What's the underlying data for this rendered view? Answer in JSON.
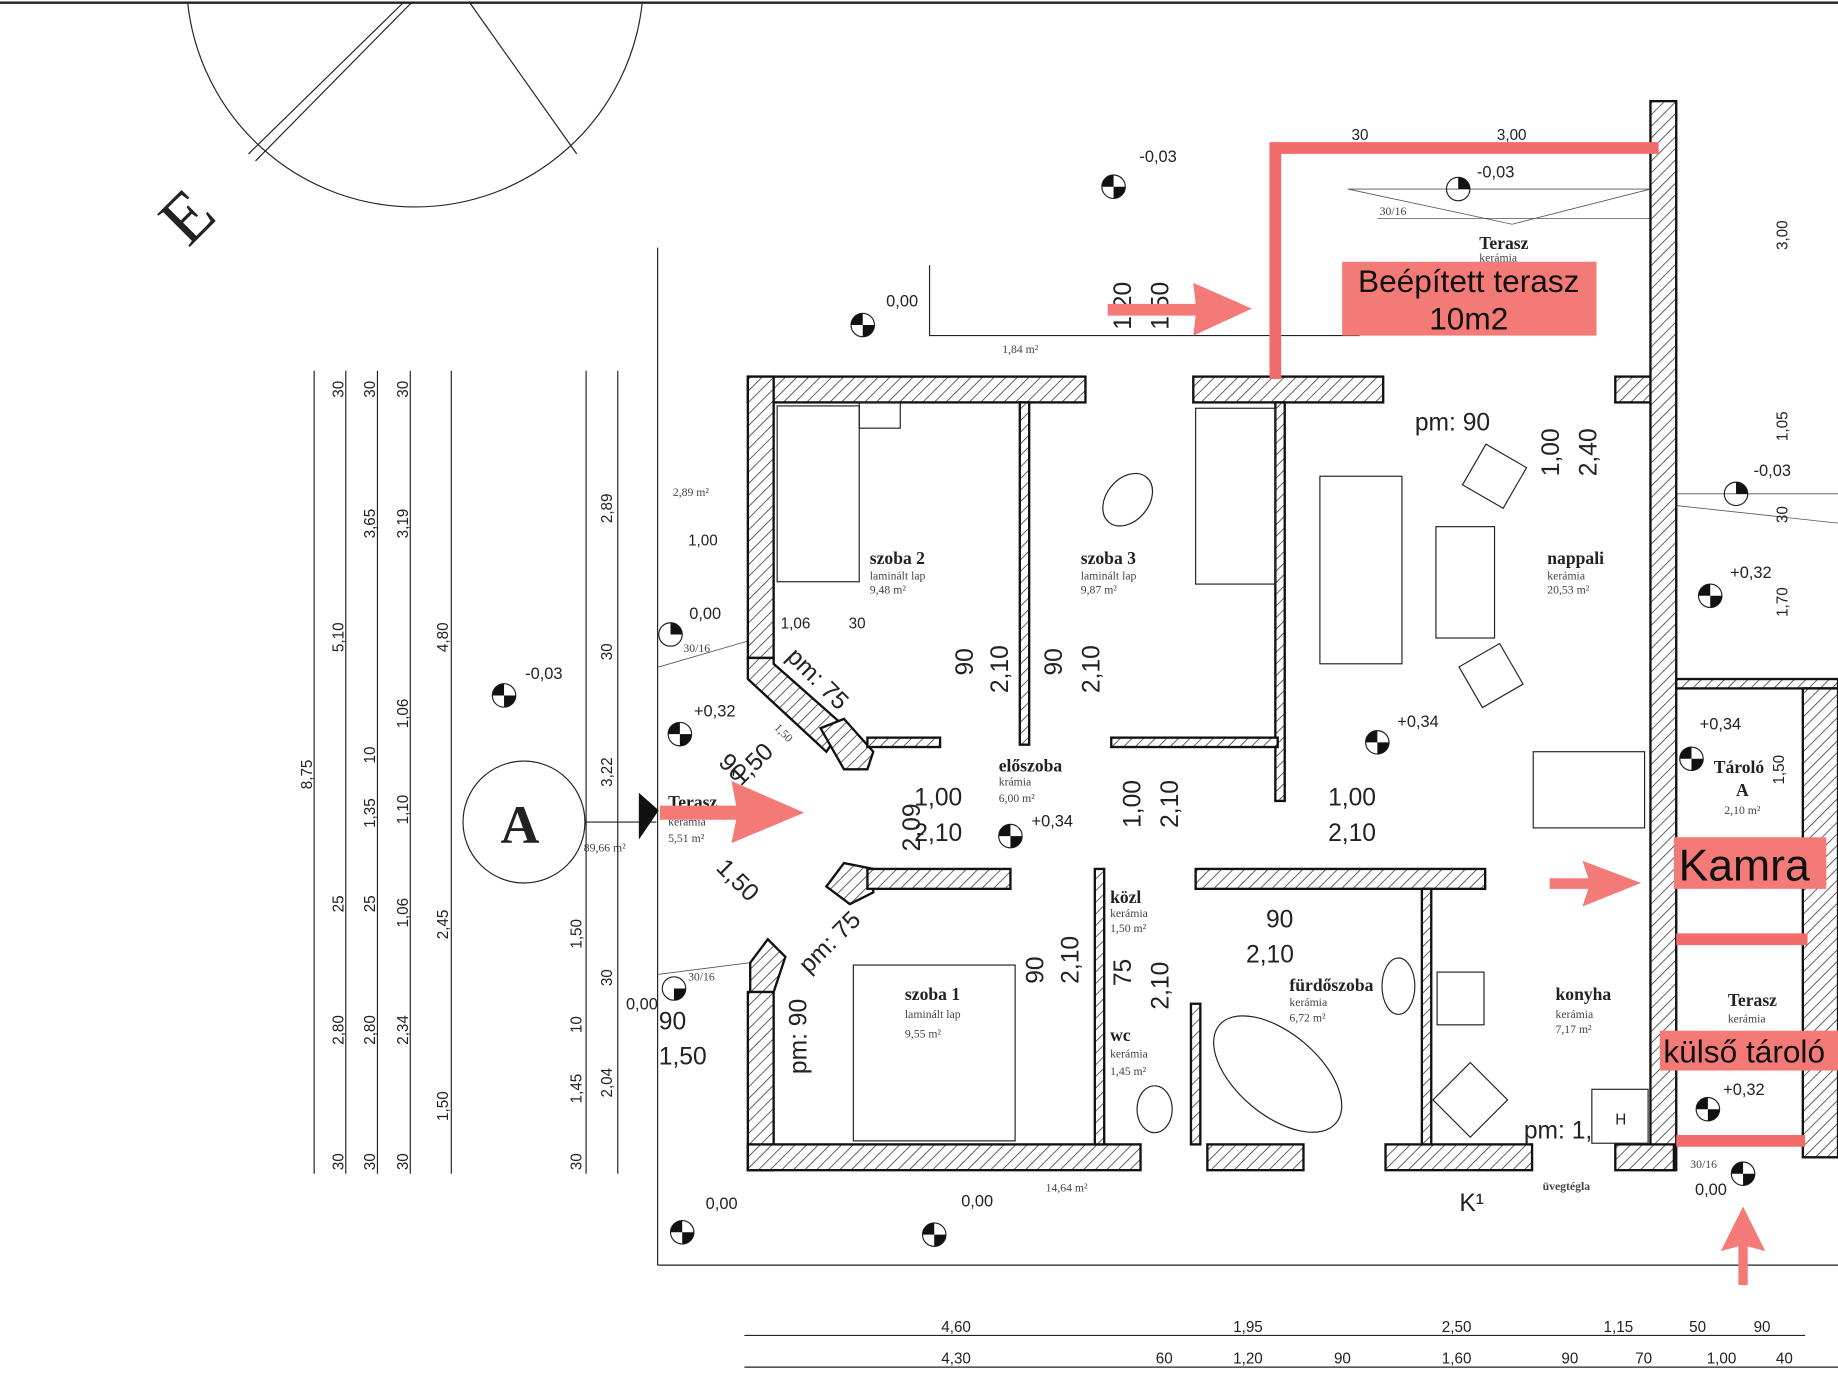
{
  "colors": {
    "annotation": "#f26b6b",
    "wall_line": "#111111"
  },
  "section_marker": "A",
  "total_area": "89,66 m²",
  "annotations": {
    "built_terrace_line1": "Beépített terasz",
    "built_terrace_line2": "10m2",
    "pantry": "Kamra",
    "outdoor_storage": "külső tároló"
  },
  "rooms": {
    "szoba2": {
      "name": "szoba 2",
      "floor": "laminált lap",
      "area": "9,48 m²"
    },
    "szoba3": {
      "name": "szoba 3",
      "floor": "laminált lap",
      "area": "9,87 m²"
    },
    "nappali": {
      "name": "nappali",
      "floor": "kerámia",
      "area": "20,53 m²"
    },
    "eloszoba": {
      "name": "előszoba",
      "floor": "krámia",
      "area": "6,00 m²"
    },
    "terasz_front": {
      "name": "Terasz",
      "floor": "kerámia",
      "area": "5,51 m²"
    },
    "terasz_top": {
      "name": "Terasz",
      "floor": "kerámia"
    },
    "terasz_right": {
      "name": "Terasz",
      "floor": "kerámia"
    },
    "tarolo": {
      "name": "Tároló",
      "sub": "A",
      "area": "2,10 m²"
    },
    "kozl": {
      "name": "közl",
      "floor": "kerámia",
      "area": "1,50 m²"
    },
    "wc": {
      "name": "wc",
      "floor": "kerámia",
      "area": "1,45 m²"
    },
    "furdoszoba": {
      "name": "fürdőszoba",
      "floor": "kerámia",
      "area": "6,72 m²"
    },
    "konyha": {
      "name": "konyha",
      "floor": "kerámia",
      "area": "7,17 m²"
    },
    "szoba1": {
      "name": "szoba 1",
      "floor": "laminált lap",
      "area": "9,55 m²"
    }
  },
  "areas_outside": {
    "a1": "1,84 m²",
    "a2": "2,89 m²",
    "a3": "14,64 m²"
  },
  "levels": [
    "-0,03",
    "-0,03",
    "0,00",
    "0,00",
    "-0,03",
    "+0,32",
    "+0,34",
    "+0,34",
    "+0,32",
    "+0,34",
    "-0,03",
    "0,00",
    "0,00",
    "+0,32",
    "0,00",
    "0,00"
  ],
  "labels": {
    "pm90": "pm: 90",
    "pm75a": "pm: 75",
    "pm75b": "pm: 75",
    "pm90b": "pm: 90",
    "pm1": "pm: 1,",
    "k1": "K¹",
    "uvegtegla": "üvegtégla",
    "stair": "30/16",
    "H": "H"
  },
  "dims_bottom_row1": [
    "4,60",
    "1,95",
    "2,50",
    "1,15",
    "50",
    "90"
  ],
  "dims_bottom_row2": [
    "4,30",
    "60",
    "1,20",
    "90",
    "1,60",
    "90",
    "70",
    "1,00",
    "40"
  ],
  "dims_left": {
    "c1": [
      "30",
      "5,10",
      "25",
      "2,80",
      "30"
    ],
    "c2": [
      "30",
      "3,65",
      "10",
      "1,35",
      "25",
      "2,80",
      "30"
    ],
    "c3": [
      "30",
      "3,19",
      "1,06",
      "1,10",
      "1,06",
      "2,34",
      "30"
    ],
    "c4": [
      "4,80",
      "2,45",
      "1,50"
    ],
    "total": "8,75",
    "c5": [
      "2,89",
      "30",
      "3,22",
      "1,50",
      "30",
      "10",
      "1,45",
      "30"
    ],
    "c6": [
      "2,04"
    ]
  },
  "dims_interior": [
    "1,00",
    "1,06",
    "30",
    "90",
    "2,10",
    "90",
    "2,10",
    "1,00",
    "2,10",
    "1,00",
    "2,10",
    "1,00",
    "2,10",
    "90",
    "2,10",
    "90",
    "2,10",
    "75",
    "2,10",
    "1,50",
    "90",
    "1,50",
    "1,50",
    "1,50",
    "1,20",
    "1,50",
    "30",
    "3,00",
    "3,00",
    "1,05",
    "30",
    "1,70",
    "1,00",
    "2,40",
    "1,50",
    "2,09"
  ]
}
